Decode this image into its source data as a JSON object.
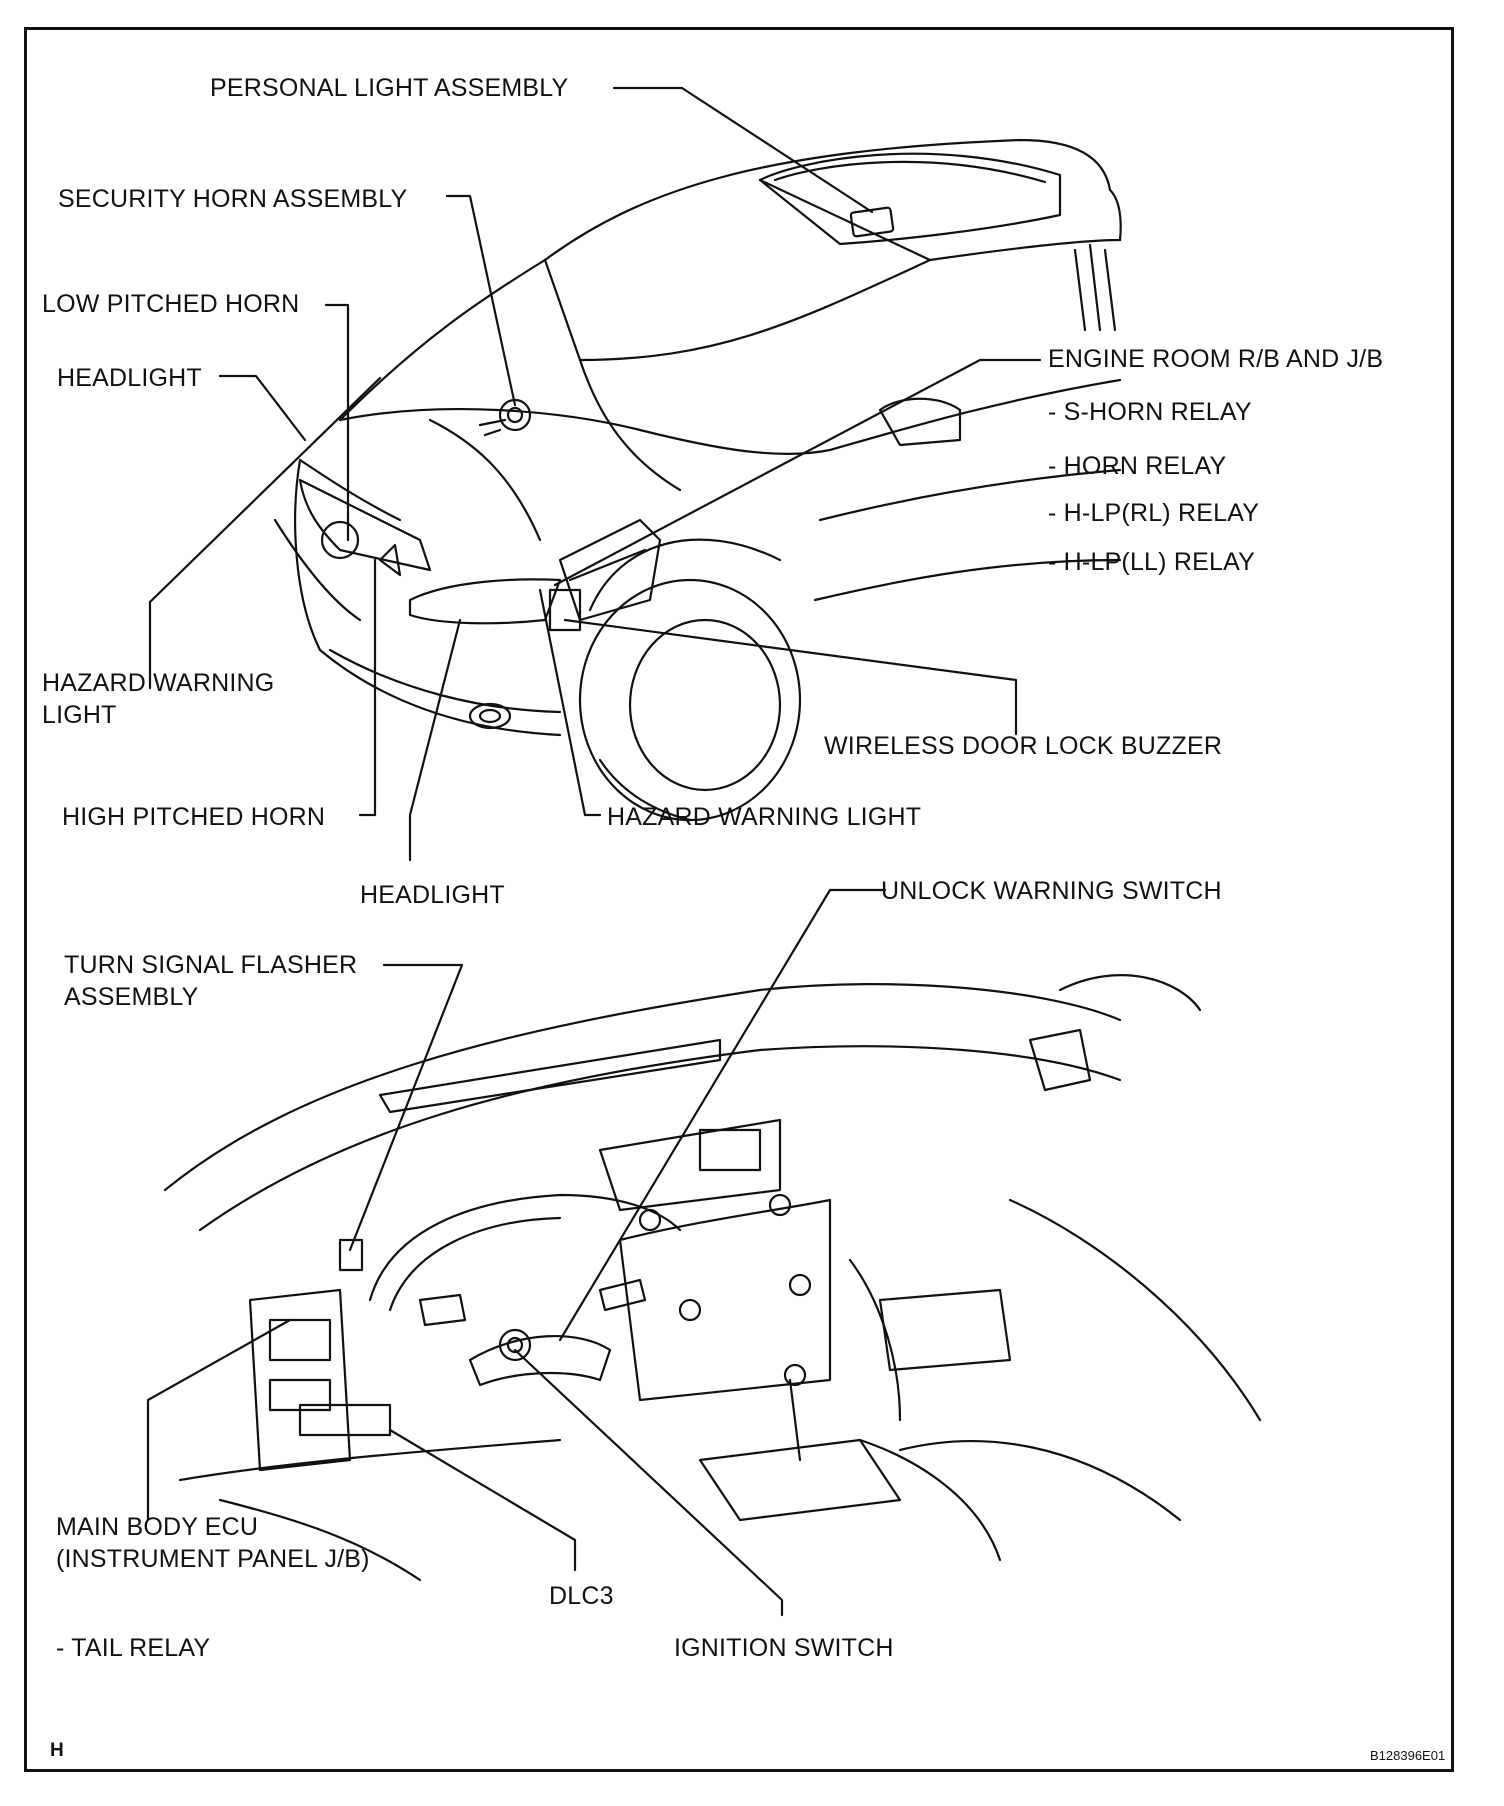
{
  "labels": {
    "personal_light": "PERSONAL LIGHT ASSEMBLY",
    "security_horn": "SECURITY HORN ASSEMBLY",
    "low_horn": "LOW PITCHED HORN",
    "headlight_left": "HEADLIGHT",
    "engine_room": "ENGINE ROOM R/B AND J/B",
    "s_horn_relay": "- S-HORN RELAY",
    "horn_relay": "- HORN RELAY",
    "hlp_rl_relay": "- H-LP(RL) RELAY",
    "hlp_ll_relay": "- H-LP(LL) RELAY",
    "hazard_left": "HAZARD WARNING\nLIGHT",
    "wireless_buzzer": "WIRELESS DOOR LOCK BUZZER",
    "high_horn": "HIGH PITCHED HORN",
    "hazard_right": "HAZARD WARNING LIGHT",
    "headlight_bottom": "HEADLIGHT",
    "unlock_switch": "UNLOCK WARNING SWITCH",
    "turn_flasher": "TURN SIGNAL FLASHER\nASSEMBLY",
    "main_body_ecu": "MAIN BODY ECU\n(INSTRUMENT PANEL J/B)",
    "tail_relay": "- TAIL RELAY",
    "dlc3": "DLC3",
    "ignition_switch": "IGNITION SWITCH"
  },
  "footer": {
    "section_letter": "H",
    "figure_code": "B128396E01"
  }
}
